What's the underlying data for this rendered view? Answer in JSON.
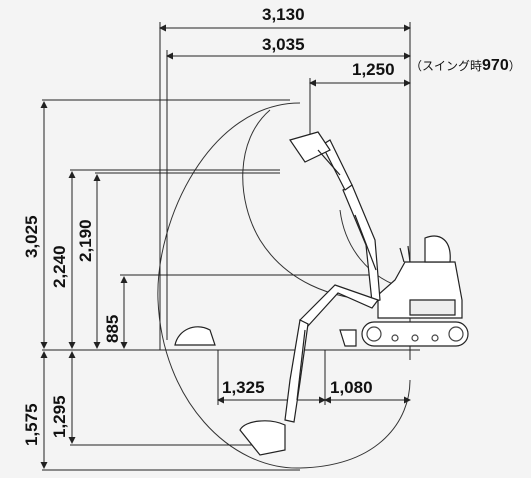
{
  "dimensions": {
    "top_overall_width": "3,130",
    "reach_at_ground": "3,035",
    "min_swing_radius": "1,250",
    "swing_note": {
      "open": "（スイング時",
      "value": "970",
      "close": "）"
    },
    "max_digging_height": "3,025",
    "max_dump_height": "2,240",
    "dump_height_alt": "2,190",
    "dump_clearance": "885",
    "max_digging_depth": "1,575",
    "max_vertical_wall_depth": "1,295",
    "bucket_left_offset": "1,325",
    "bucket_right_offset": "1,080"
  },
  "colors": {
    "background": "#f4f4f4",
    "line": "#222222",
    "machine_fill": "#ffffff",
    "arc": "#333333"
  }
}
